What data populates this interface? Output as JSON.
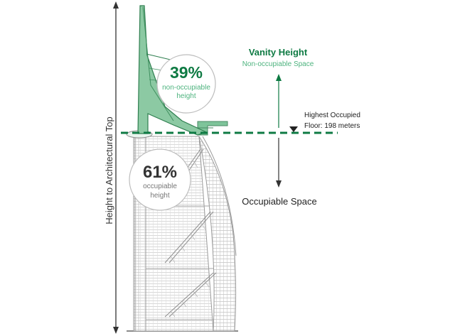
{
  "axis_label": "Height to Architectural Top",
  "vanity": {
    "title": "Vanity Height",
    "subtitle": "Non-occupiable Space"
  },
  "non_occupiable_badge": {
    "percent": "39%",
    "line1": "non-occupiable",
    "line2": "height"
  },
  "occupiable_badge": {
    "percent": "61%",
    "line1": "occupiable",
    "line2": "height"
  },
  "highest_floor": {
    "line1": "Highest Occupied",
    "line2": "Floor: 198 meters"
  },
  "occupiable_space_label": "Occupiable Space",
  "colors": {
    "green": "#0e7a43",
    "green_light": "#4db37e",
    "mast_fill": "#8cc9a3",
    "tower_line": "#9a9a9a",
    "text_dark": "#333333"
  }
}
